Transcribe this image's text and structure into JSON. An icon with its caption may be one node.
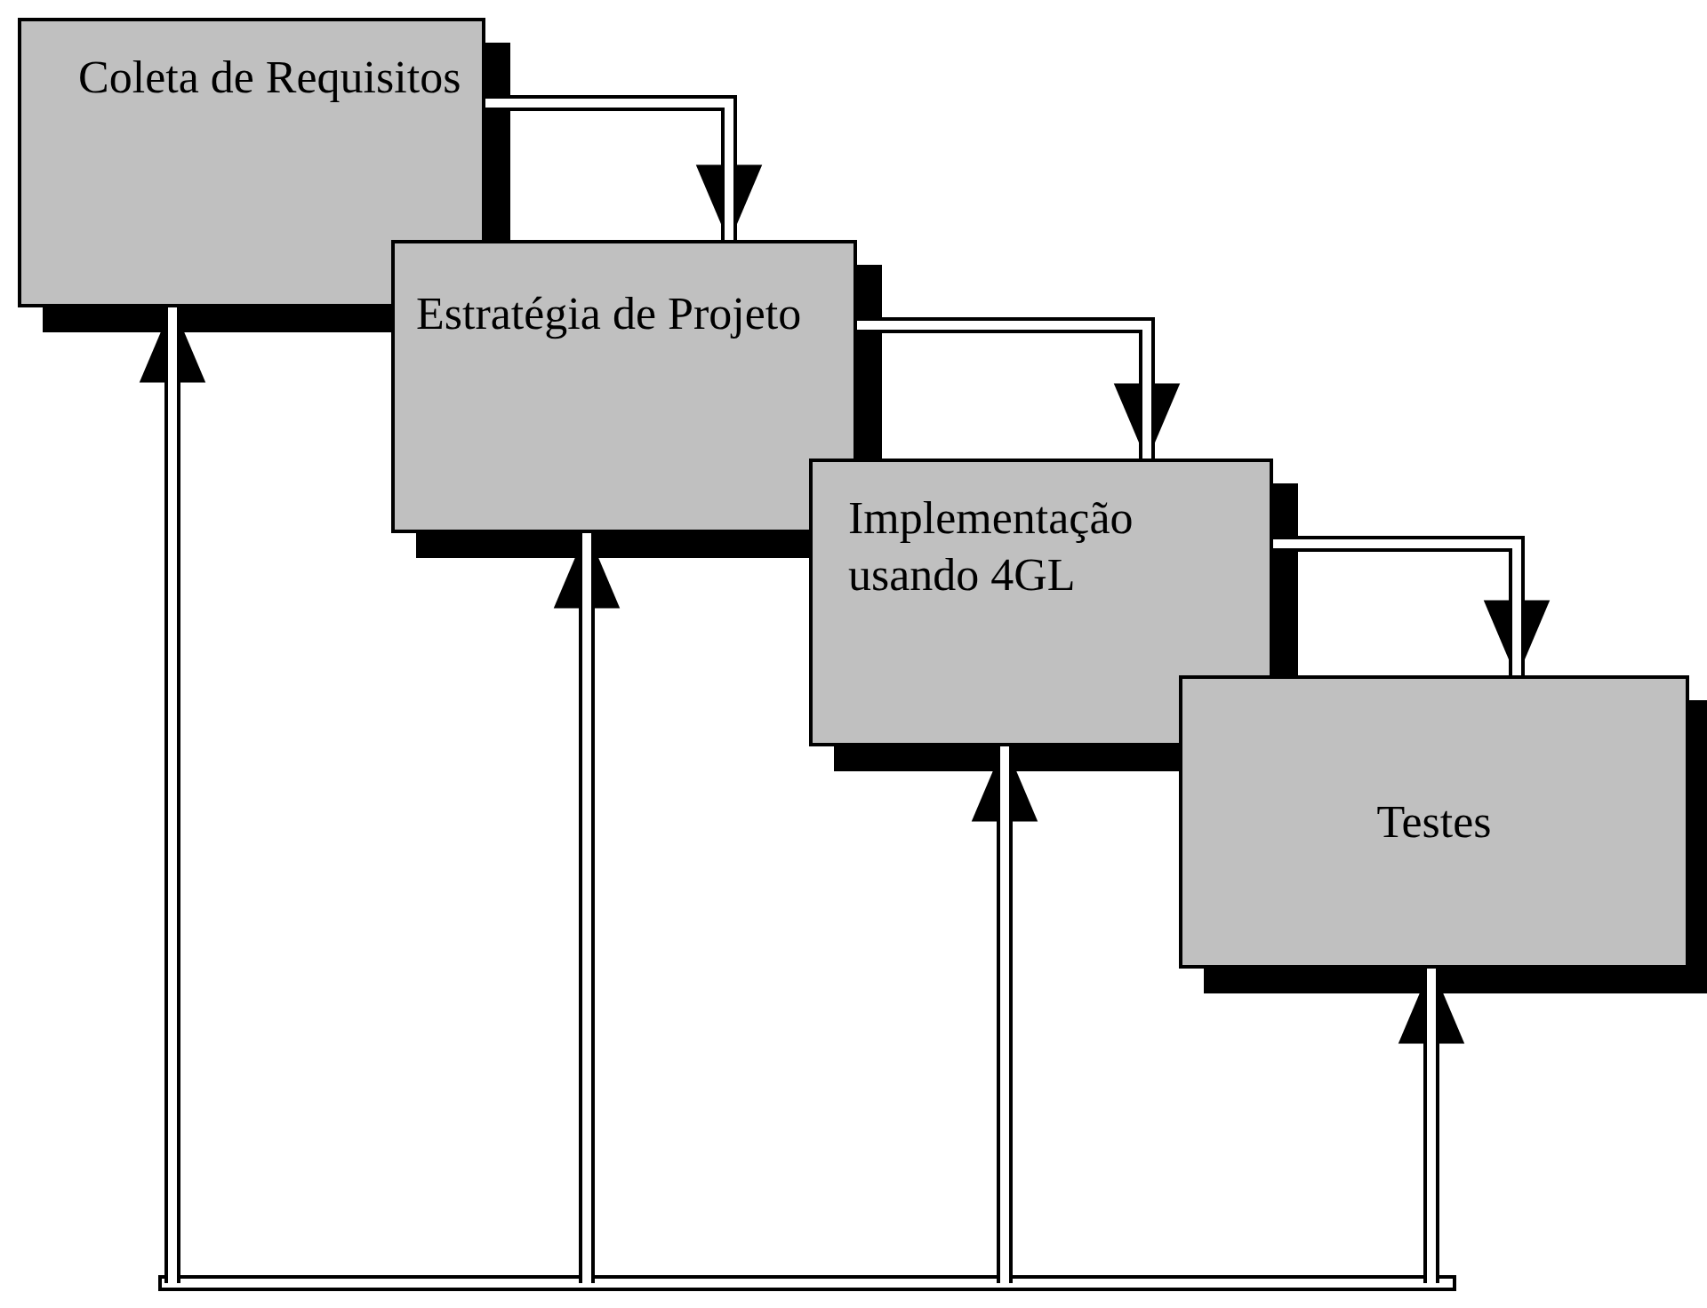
{
  "diagram": {
    "nodes": [
      {
        "text": [
          "Coleta de Requisitos"
        ]
      },
      {
        "text": [
          "Estratégia de Projeto"
        ]
      },
      {
        "text": [
          "Implementação usando 4GL"
        ]
      },
      {
        "text": [
          "Testes"
        ]
      }
    ],
    "edges": [
      {
        "from": 0,
        "to": 1,
        "arrow": "to"
      },
      {
        "from": 1,
        "to": 2,
        "arrow": "to"
      },
      {
        "from": 2,
        "to": 3,
        "arrow": "to"
      },
      {
        "from": null,
        "to": 0,
        "arrow": "to"
      },
      {
        "from": null,
        "to": 1,
        "arrow": "to"
      },
      {
        "from": null,
        "to": 2,
        "arrow": "to"
      },
      {
        "from": null,
        "to": 3,
        "arrow": "to"
      }
    ]
  }
}
